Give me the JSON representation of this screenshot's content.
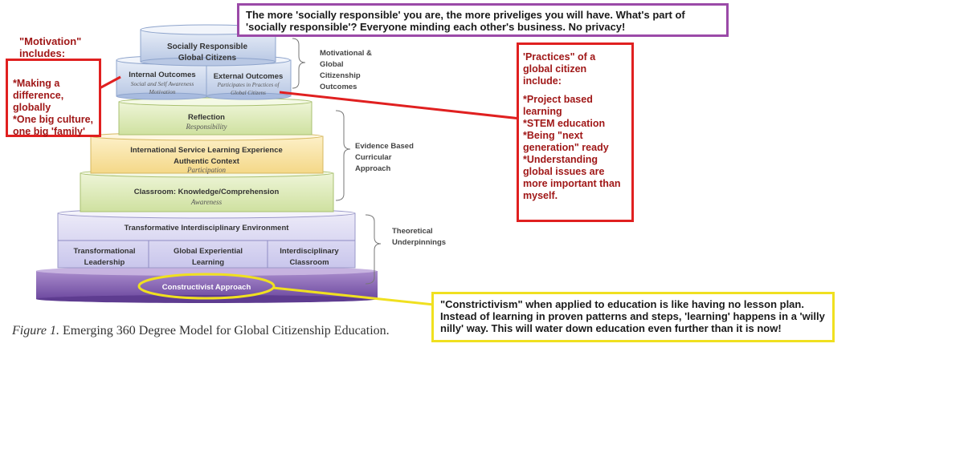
{
  "diagram": {
    "top_tier": {
      "line1": "Socially Responsible",
      "line2": "Global Citizens"
    },
    "internal_outcomes": {
      "title": "Internal Outcomes",
      "sub": "Social and Self Awareness",
      "sub2": "Motivation"
    },
    "external_outcomes": {
      "title": "External Outcomes",
      "sub": "Participates in Practices of",
      "sub2": "Global Citizens"
    },
    "reflection": {
      "title": "Reflection",
      "sub": "Responsibility"
    },
    "islx": {
      "line1": "International Service Learning Experience",
      "line2": "Authentic Context",
      "sub": "Participation"
    },
    "classroom": {
      "title": "Classroom: Knowledge/Comprehension",
      "sub": "Awareness"
    },
    "transformative": {
      "title": "Transformative Interdisciplinary Environment"
    },
    "leadership": {
      "line1": "Transformational",
      "line2": "Leadership"
    },
    "gel": {
      "line1": "Global Experiential",
      "line2": "Learning"
    },
    "interdisc": {
      "line1": "Interdisciplinary",
      "line2": "Classroom"
    },
    "constructivist": {
      "title": "Constructivist Approach"
    },
    "side_labels": {
      "motivational": [
        "Motivational &",
        "Global",
        "Citizenship",
        "Outcomes"
      ],
      "evidence": [
        "Evidence Based",
        "Curricular",
        "Approach"
      ],
      "theoretical": [
        "Theoretical",
        "Underpinnings"
      ]
    },
    "caption_prefix": "Figure 1.",
    "caption_rest": " Emerging 360 Degree Model for Global Citizenship Education."
  },
  "callouts": {
    "purple": {
      "text": "The more 'socially responsible' you are, the more priveliges you will have. What's part of 'socially responsible'? Everyone minding each other's business. No privacy!",
      "color": "#9b4aa8"
    },
    "motivation_heading": {
      "line1": "\"Motivation\"",
      "line2": "includes:"
    },
    "motivation_box": {
      "text": "*Making a difference, globally\n*One big culture, one big 'family'",
      "color": "#e02020"
    },
    "practices_box": {
      "heading": "'Practices\" of a global citizen include:",
      "text": "*Project based learning\n*STEM education\n*Being \"next generation\" ready\n*Understanding global issues are more important than myself.",
      "color": "#e02020"
    },
    "yellow": {
      "text": "\"Constrictivism\" when applied to education is like having no lesson plan. Instead of learning in proven patterns and steps, 'learning' happens in a 'willy nilly' way. This will water down education even further than it is now!",
      "color": "#f0e020"
    }
  }
}
